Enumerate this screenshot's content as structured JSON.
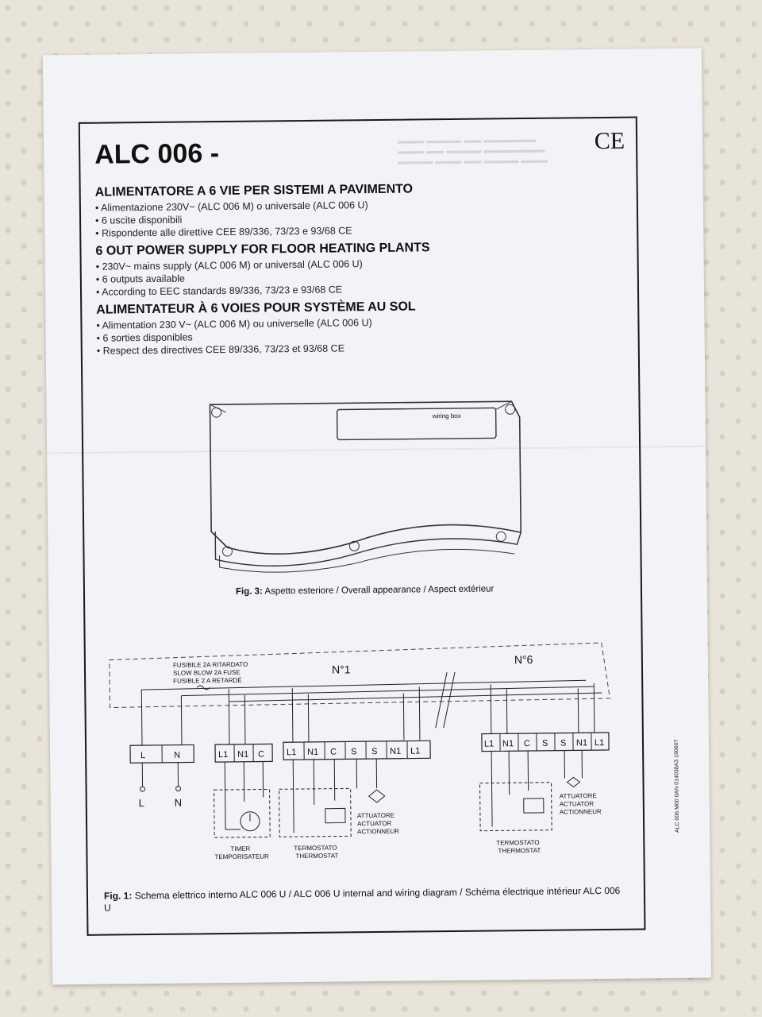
{
  "document": {
    "title": "ALC 006 -",
    "ce_mark": "CE",
    "sections": [
      {
        "heading": "ALIMENTATORE A 6 VIE PER SISTEMI A PAVIMENTO",
        "bullets": [
          "Alimentazione 230V~ (ALC 006 M) o universale (ALC 006 U)",
          "6 uscite disponibili",
          "Rispondente alle direttive CEE 89/336, 73/23 e 93/68 CE"
        ]
      },
      {
        "heading": "6 OUT POWER SUPPLY FOR FLOOR HEATING PLANTS",
        "bullets": [
          "230V~ mains supply (ALC 006 M) or universal (ALC 006 U)",
          "6 outputs available",
          "According to EEC standards 89/336, 73/23 e 93/68 CE"
        ]
      },
      {
        "heading": "ALIMENTATEUR À 6 VOIES POUR SYSTÈME AU SOL",
        "bullets": [
          "Alimentation 230 V~ (ALC 006 M) ou universelle (ALC 006 U)",
          "6 sorties disponibles",
          "Respect des directives CEE 89/336, 73/23 et 93/68 CE"
        ]
      }
    ],
    "fig3": {
      "box_label": "wiring box",
      "caption_prefix": "Fig. 3:",
      "caption_text": "Aspetto esteriore / Overall appearance / Aspect extérieur"
    },
    "fig1": {
      "fuse_label_1": "FUSIBILE 2A RITARDATO",
      "fuse_label_2": "SLOW BLOW 2A FUSE",
      "fuse_label_3": "FUSIBLE 2 A RETARDÉ",
      "zone1": "N°1",
      "zone6": "N°6",
      "terminals_power": [
        "L",
        "N"
      ],
      "terminals_timer": [
        "L1",
        "N1",
        "C"
      ],
      "terminals_zone1": [
        "L1",
        "N1",
        "C",
        "S",
        "S",
        "N1",
        "L1"
      ],
      "terminals_zone6": [
        "L1",
        "N1",
        "C",
        "S",
        "S",
        "N1",
        "L1"
      ],
      "input_L": "L",
      "input_N": "N",
      "timer_1": "TIMER",
      "timer_2": "TEMPORISATEUR",
      "thermo_1": "TERMOSTATO",
      "thermo_2": "THERMOSTAT",
      "actuator_1": "ATTUATORE",
      "actuator_2": "ACTUATOR",
      "actuator_3": "ACTIONNEUR",
      "caption_prefix": "Fig. 1:",
      "caption_text": "Schema elettrico interno ALC 006 U / ALC 006 U internal and wiring diagram / Schéma électrique intérieur ALC 006 U"
    },
    "side_reference": "ALC 006 M00 0AN 014038A3 190607"
  }
}
